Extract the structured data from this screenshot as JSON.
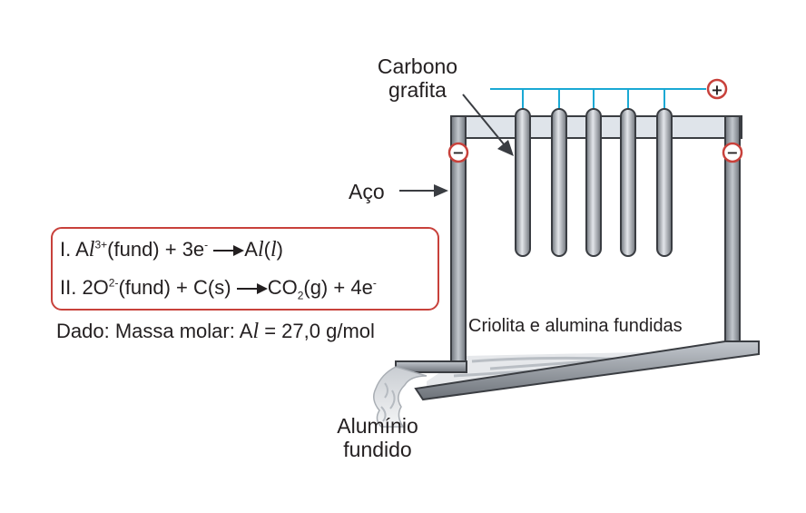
{
  "labels": {
    "carbon_line1": "Carbono",
    "carbon_line2": "grafita",
    "steel": "Aço",
    "bath": "Criolita e alumina fundidas",
    "aluminium_line1": "Alumínio",
    "aluminium_line2": "fundido",
    "given": "Dado: Massa molar: A",
    "given_l": "l",
    "given_rest": " = 27,0 g/mol"
  },
  "signs": {
    "positive": "+",
    "negative": "−"
  },
  "equations": {
    "eq1": {
      "numeral": "I.  A",
      "l1": "l",
      "charge1": "3+",
      "reactant_rest": "(fund) + 3e",
      "electron_sup": "-",
      "product_a": "A",
      "product_l": "l",
      "product_open": "(",
      "product_state": "l",
      "product_close": ")"
    },
    "eq2": {
      "numeral": "II.  2O",
      "charge": "2-",
      "reactants": "(fund) + C(s)",
      "product_a": "CO",
      "product_sub": "2",
      "product_rest": "(g) + 4e",
      "electron_sup": "-"
    }
  },
  "colors": {
    "wire": "#1aa9d4",
    "sign_ring": "#c8413b",
    "steel_gray": "#9aa0a7",
    "steel_dark": "#3a3d42",
    "cover": "#dfe4ea",
    "box_border": "#c8413b"
  },
  "icons": {
    "arrow": "right-arrow-icon",
    "pos": "plus-terminal-icon",
    "neg": "minus-terminal-icon"
  }
}
